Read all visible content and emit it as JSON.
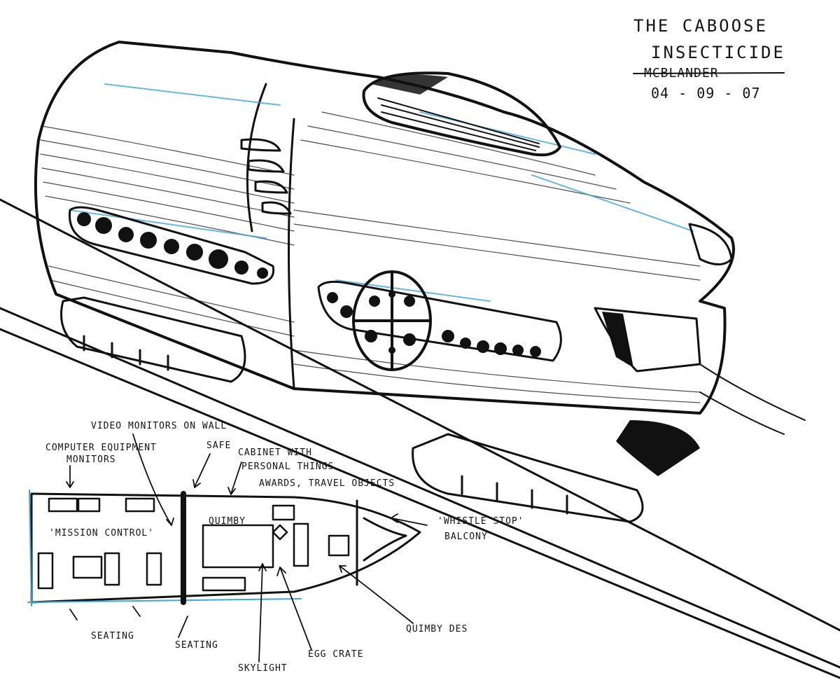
{
  "title_block": {
    "title": "THE CABOOSE",
    "subtitle": "INSECTICIDE",
    "signature": "MCBLANDER",
    "date": "04 - 09 - 07"
  },
  "floor_plan": {
    "room_labels": {
      "mission_control": "'MISSION CONTROL'",
      "quimby": "QUIMBY"
    },
    "annotations": {
      "video_monitors": "VIDEO MONITORS ON WALL",
      "computer_equipment_line1": "COMPUTER EQUIPMENT",
      "computer_equipment_line2": "MONITORS",
      "safe": "SAFE",
      "cabinet_line1": "CABINET WITH",
      "cabinet_line2": "PERSONAL THINGS",
      "cabinet_line3": "AWARDS, TRAVEL OBJECTS",
      "whistle_stop_line1": "'WHISTLE STOP'",
      "whistle_stop_line2": "BALCONY",
      "seating_left": "SEATING",
      "seating_mid": "SEATING",
      "skylight": "SKYLIGHT",
      "egg_crate": "EGG CRATE",
      "quimby_desk": "QUIMBY DES"
    }
  },
  "colors": {
    "ink": "#111111",
    "blue_pencil": "#3fa7d6",
    "paper": "#ffffff"
  }
}
